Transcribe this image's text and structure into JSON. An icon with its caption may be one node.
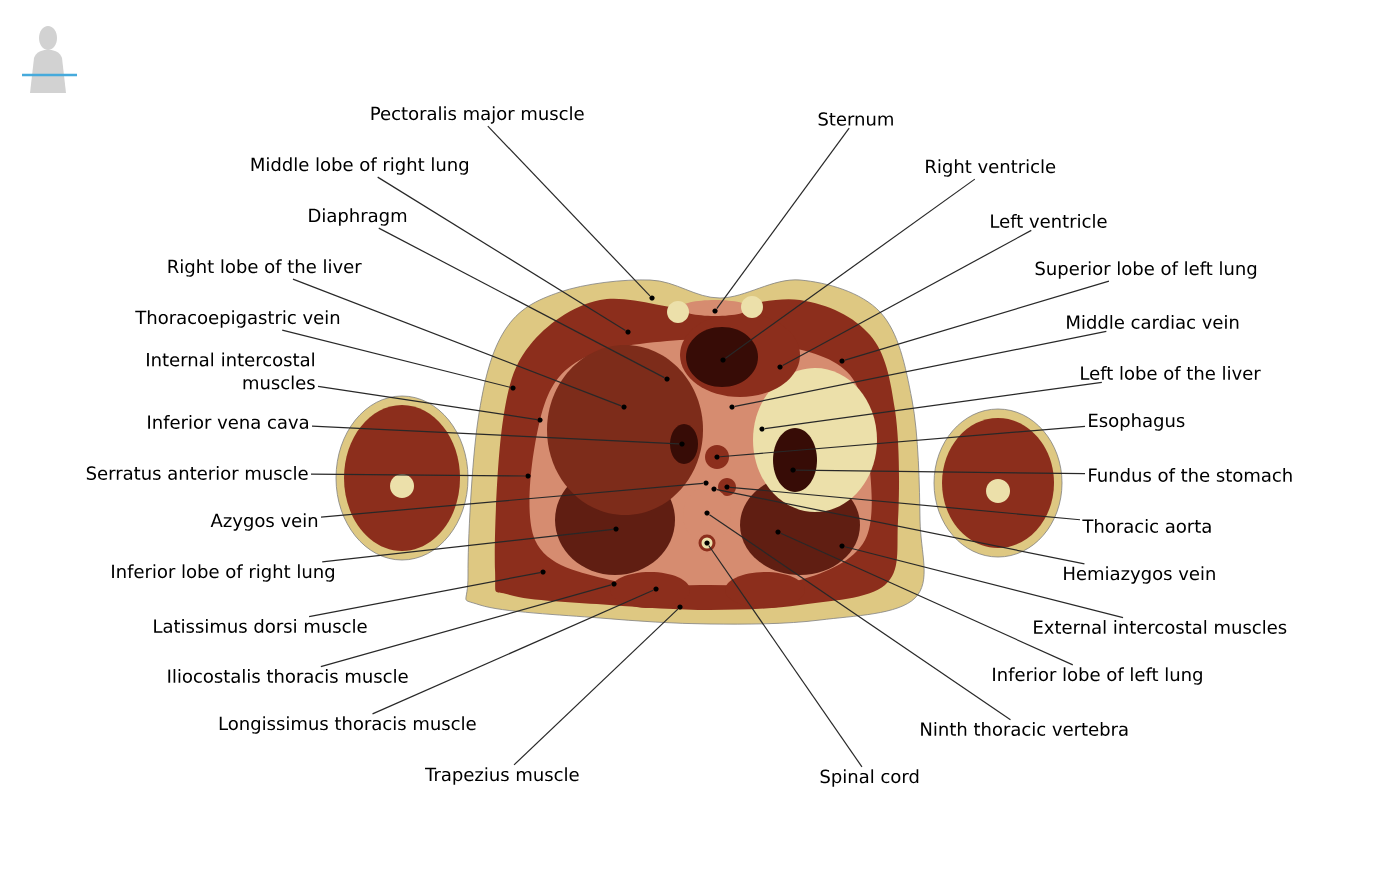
{
  "diagram": {
    "nodes": [
      {
        "text": [
          "Pectoralis major muscle"
        ]
      },
      {
        "text": [
          "Middle lobe of right lung"
        ]
      },
      {
        "text": [
          "Diaphragm"
        ]
      },
      {
        "text": [
          "Right lobe of the liver"
        ]
      },
      {
        "text": [
          "Thoracoepigastric vein"
        ]
      },
      {
        "text": [
          "Internal intercostal muscles"
        ]
      },
      {
        "text": [
          "Inferior vena cava"
        ]
      },
      {
        "text": [
          "Serratus anterior muscle"
        ]
      },
      {
        "text": [
          "Azygos vein"
        ]
      },
      {
        "text": [
          "Inferior lobe of right lung"
        ]
      },
      {
        "text": [
          "Latissimus dorsi muscle"
        ]
      },
      {
        "text": [
          "Iliocostalis thoracis muscle"
        ]
      },
      {
        "text": [
          "Longissimus thoracis muscle"
        ]
      },
      {
        "text": [
          "Trapezius muscle"
        ]
      },
      {
        "text": [
          "Sternum"
        ]
      },
      {
        "text": [
          "Right ventricle"
        ]
      },
      {
        "text": [
          "Left ventricle"
        ]
      },
      {
        "text": [
          "Superior lobe of left lung"
        ]
      },
      {
        "text": [
          "Middle cardiac vein"
        ]
      },
      {
        "text": [
          "Left lobe of the liver"
        ]
      },
      {
        "text": [
          "Esophagus"
        ]
      },
      {
        "text": [
          "Fundus of the stomach"
        ]
      },
      {
        "text": [
          "Thoracic aorta"
        ]
      },
      {
        "text": [
          "Hemiazygos vein"
        ]
      },
      {
        "text": [
          "External intercostal muscles"
        ]
      },
      {
        "text": [
          "Inferior lobe of left lung"
        ]
      },
      {
        "text": [
          "Ninth thoracic vertebra"
        ]
      },
      {
        "text": [
          "Spinal cord"
        ]
      },
      {
        "text": [],
        "shape": "picture"
      },
      {
        "text": [],
        "shape": "circle",
        "in": 28
      },
      {
        "text": [],
        "shape": "circle",
        "in": 28
      },
      {
        "text": [],
        "shape": "circle",
        "in": 28
      },
      {
        "text": [],
        "shape": "circle",
        "in": 28
      },
      {
        "text": [],
        "shape": "circle",
        "in": 28
      },
      {
        "text": [],
        "shape": "circle",
        "in": 28
      },
      {
        "text": [],
        "shape": "circle",
        "in": 28
      },
      {
        "text": [],
        "shape": "circle",
        "in": 28
      },
      {
        "text": [],
        "shape": "circle",
        "in": 28
      },
      {
        "text": [],
        "shape": "circle",
        "in": 28
      },
      {
        "text": [],
        "shape": "circle",
        "in": 28
      },
      {
        "text": [],
        "shape": "circle",
        "in": 28
      },
      {
        "text": [],
        "shape": "circle",
        "in": 28
      },
      {
        "text": [],
        "shape": "circle",
        "in": 28
      },
      {
        "text": [],
        "shape": "circle",
        "in": 28
      },
      {
        "text": [],
        "shape": "circle",
        "in": 28
      },
      {
        "text": [],
        "shape": "circle",
        "in": 28
      },
      {
        "text": [],
        "shape": "circle",
        "in": 28
      },
      {
        "text": [],
        "shape": "circle",
        "in": 28
      },
      {
        "text": [],
        "shape": "circle",
        "in": 28
      },
      {
        "text": [],
        "shape": "circle",
        "in": 28
      },
      {
        "text": [],
        "shape": "circle",
        "in": 28
      },
      {
        "text": [],
        "shape": "circle",
        "in": 28
      },
      {
        "text": [],
        "shape": "circle",
        "in": 28
      },
      {
        "text": [],
        "shape": "circle",
        "in": 28
      },
      {
        "text": [],
        "shape": "circle",
        "in": 28
      },
      {
        "text": [],
        "shape": "circle",
        "in": 28
      },
      {
        "text": [],
        "shape": "circle",
        "in": 28
      }
    ],
    "edges": [
      {
        "from": 0,
        "to": 29,
        "arrow": "none"
      },
      {
        "from": 1,
        "to": 30,
        "arrow": "none"
      },
      {
        "from": 2,
        "to": 31,
        "arrow": "none"
      },
      {
        "from": 3,
        "to": 32,
        "arrow": "none"
      },
      {
        "from": 4,
        "to": 33,
        "arrow": "none"
      },
      {
        "from": 5,
        "to": 34,
        "arrow": "none"
      },
      {
        "from": 6,
        "to": 35,
        "arrow": "none"
      },
      {
        "from": 7,
        "to": 36,
        "arrow": "none"
      },
      {
        "from": 8,
        "to": 37,
        "arrow": "none"
      },
      {
        "from": 9,
        "to": 38,
        "arrow": "none"
      },
      {
        "from": 10,
        "to": 39,
        "arrow": "none"
      },
      {
        "from": 11,
        "to": 40,
        "arrow": "none"
      },
      {
        "from": 12,
        "to": 41,
        "arrow": "none"
      },
      {
        "from": 13,
        "to": 42,
        "arrow": "none"
      },
      {
        "from": 14,
        "to": 43,
        "arrow": "none"
      },
      {
        "from": 15,
        "to": 44,
        "arrow": "none"
      },
      {
        "from": 16,
        "to": 45,
        "arrow": "none"
      },
      {
        "from": 17,
        "to": 46,
        "arrow": "none"
      },
      {
        "from": 18,
        "to": 47,
        "arrow": "none"
      },
      {
        "from": 19,
        "to": 48,
        "arrow": "none"
      },
      {
        "from": 20,
        "to": 49,
        "arrow": "none"
      },
      {
        "from": 21,
        "to": 50,
        "arrow": "none"
      },
      {
        "from": 22,
        "to": 51,
        "arrow": "none"
      },
      {
        "from": 23,
        "to": 52,
        "arrow": "none"
      },
      {
        "from": 24,
        "to": 53,
        "arrow": "none"
      },
      {
        "from": 25,
        "to": 54,
        "arrow": "none"
      },
      {
        "from": 26,
        "to": 55,
        "arrow": "none"
      },
      {
        "from": 27,
        "to": 56,
        "arrow": "none"
      }
    ]
  }
}
